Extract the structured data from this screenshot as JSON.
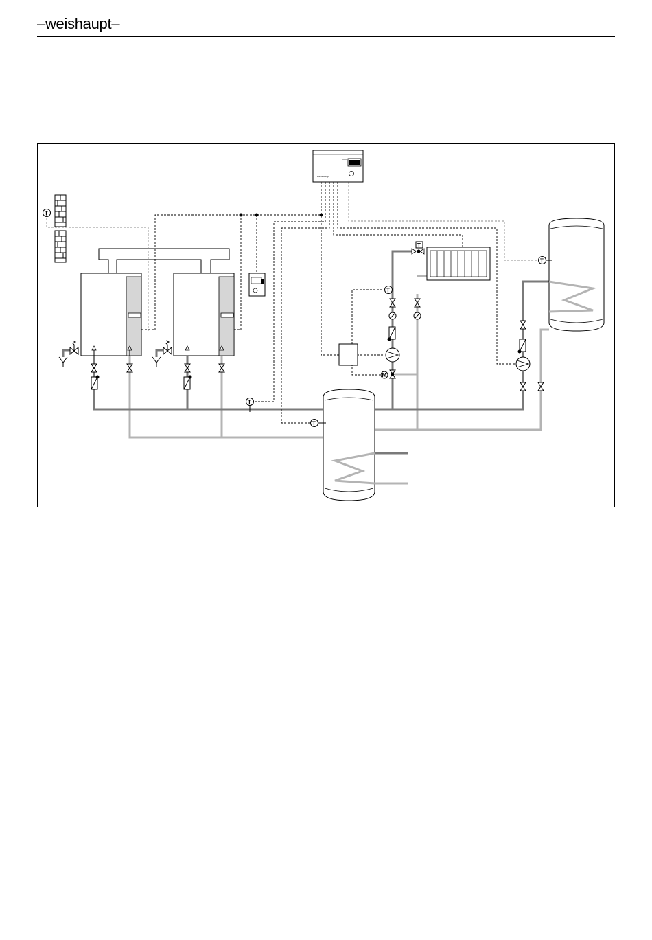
{
  "header": {
    "brand_name": "weishaupt",
    "brand_prefix": "–",
    "brand_suffix": "–"
  },
  "diagram": {
    "controller_logo_text": "weishaupt",
    "sensor_symbol": "T",
    "motor_symbol": "M",
    "icons": [
      "outdoor-wall-icon",
      "temperature-sensor-icon",
      "pump-icon",
      "valve-icon",
      "check-valve-icon",
      "safety-valve-icon",
      "radiator-icon",
      "motorized-mixing-valve-icon"
    ],
    "colors": {
      "flow_pipe": "#7a7a7a",
      "return_pipe": "#b4b4b4",
      "signal_line": "#000000",
      "outdoor_signal_line": "#8c8c8c",
      "boiler_panel": "#d6d6d6"
    }
  }
}
